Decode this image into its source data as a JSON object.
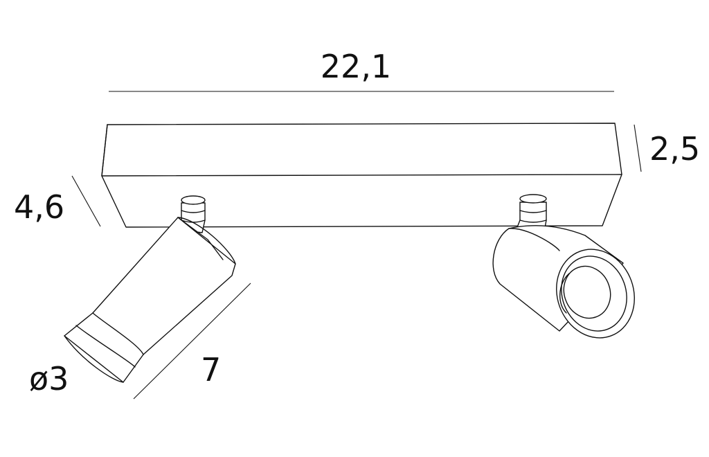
{
  "dimensions": {
    "length": "22,1",
    "height": "2,5",
    "depth": "4,6",
    "spot_length": "7",
    "diameter": "ø3"
  },
  "colors": {
    "line": "#111111",
    "background": "#ffffff"
  }
}
